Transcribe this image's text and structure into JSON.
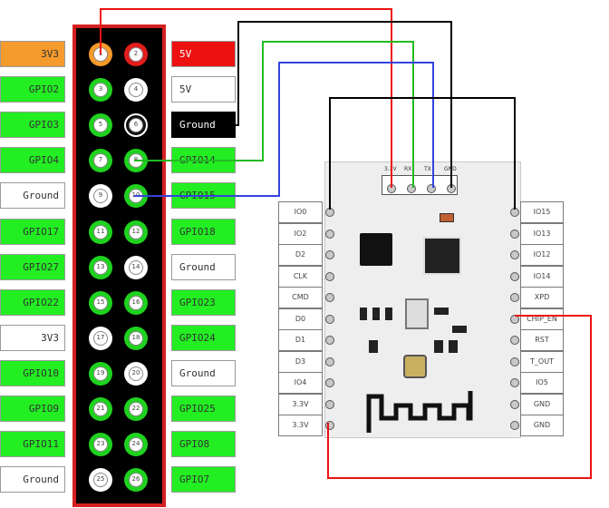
{
  "pi_left_labels": [
    {
      "text": "3V3",
      "style": "orange"
    },
    {
      "text": "GPIO2",
      "style": "green"
    },
    {
      "text": "GPIO3",
      "style": "green"
    },
    {
      "text": "GPIO4",
      "style": "green"
    },
    {
      "text": "Ground",
      "style": "white"
    },
    {
      "text": "GPIO17",
      "style": "green"
    },
    {
      "text": "GPIO27",
      "style": "green"
    },
    {
      "text": "GPIO22",
      "style": "green"
    },
    {
      "text": "3V3",
      "style": "white"
    },
    {
      "text": "GPIO10",
      "style": "green"
    },
    {
      "text": "GPIO9",
      "style": "green"
    },
    {
      "text": "GPIO11",
      "style": "green"
    },
    {
      "text": "Ground",
      "style": "white"
    }
  ],
  "pi_right_labels": [
    {
      "text": "5V",
      "style": "red"
    },
    {
      "text": "5V",
      "style": "white"
    },
    {
      "text": "Ground",
      "style": "black"
    },
    {
      "text": "GPIO14",
      "style": "green"
    },
    {
      "text": "GPIO15",
      "style": "green"
    },
    {
      "text": "GPIO18",
      "style": "green"
    },
    {
      "text": "Ground",
      "style": "white"
    },
    {
      "text": "GPIO23",
      "style": "green"
    },
    {
      "text": "GPIO24",
      "style": "green"
    },
    {
      "text": "Ground",
      "style": "white"
    },
    {
      "text": "GPIO25",
      "style": "green"
    },
    {
      "text": "GPIO8",
      "style": "green"
    },
    {
      "text": "GPIO7",
      "style": "green"
    }
  ],
  "pin_colors_left": [
    "orange",
    "green",
    "green",
    "green",
    "white",
    "green",
    "green",
    "green",
    "white",
    "green",
    "green",
    "green",
    "white"
  ],
  "pin_colors_right": [
    "red",
    "white",
    "black",
    "green",
    "green",
    "green",
    "white",
    "green",
    "green",
    "white",
    "green",
    "green",
    "green"
  ],
  "pin_numbers_left": [
    "1",
    "3",
    "5",
    "7",
    "9",
    "11",
    "13",
    "15",
    "17",
    "19",
    "21",
    "23",
    "25"
  ],
  "pin_numbers_right": [
    "2",
    "4",
    "6",
    "8",
    "10",
    "12",
    "14",
    "16",
    "18",
    "20",
    "22",
    "24",
    "26"
  ],
  "module_left_labels": [
    "IO0",
    "IO2",
    "D2",
    "CLK",
    "CMD",
    "D0",
    "D1",
    "D3",
    "IO4",
    "3.3V",
    "3.3V"
  ],
  "module_right_labels": [
    "IO15",
    "IO13",
    "IO12",
    "IO14",
    "XPD",
    "CHIP_EN",
    "RST",
    "T_OUT",
    "IO5",
    "GND",
    "GND"
  ],
  "module_top_labels": [
    "3.3V",
    "RX",
    "TX",
    "GND"
  ],
  "wire_colors": {
    "red": "#ee1111",
    "green": "#22bb22",
    "blue": "#3344dd",
    "black": "#000000"
  }
}
